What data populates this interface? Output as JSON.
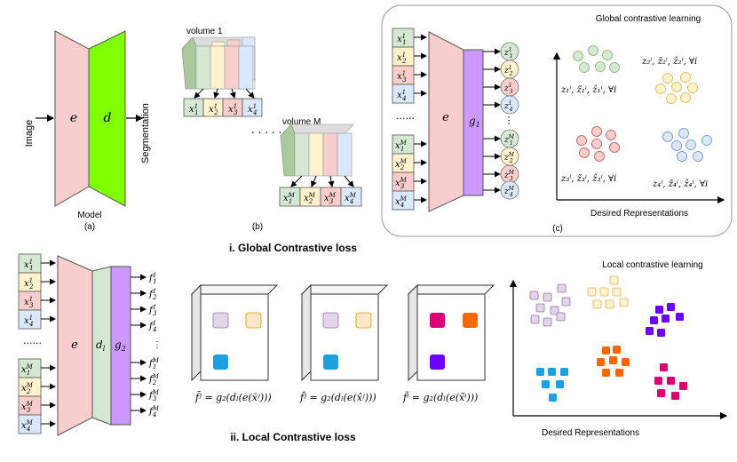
{
  "panel_a": {
    "input_label": "Image",
    "encoder_label": "e",
    "decoder_label": "d",
    "output_label": "Segmentation",
    "model_label": "Model",
    "caption": "(a)"
  },
  "panel_b": {
    "volume_first": "volume 1",
    "volume_last": "volume M",
    "slices_first": [
      "x",
      "x",
      "x",
      "x"
    ],
    "slices_first_sub": [
      "1",
      "2",
      "3",
      "4"
    ],
    "slices_first_sup": "1",
    "slices_last_sup": "M",
    "caption": "(b)"
  },
  "panel_c": {
    "title": "Global contrastive learning",
    "encoder_label": "e",
    "head_label": "g",
    "head_sub": "1",
    "axis_label": "Desired Representations",
    "caption": "(c)",
    "cluster_labels": [
      "z₁ⁱ, z̃₁ⁱ, ẑ₁ⁱ, ∀i",
      "z₂ⁱ, z̃₂ⁱ, ẑ₂ⁱ, ∀i",
      "z₃ⁱ, z̃₃ⁱ, ẑ₃ⁱ, ∀i",
      "z₄ⁱ, z̃₄ⁱ, ẑ₄ⁱ, ∀i"
    ]
  },
  "section_titles": {
    "global": "i. Global Contrastive loss",
    "local": "ii. Local Contrastive loss"
  },
  "panel_local": {
    "encoder_label": "e",
    "decoder_label": "d",
    "decoder_sub": "l",
    "head_label": "g",
    "head_sub": "2",
    "title": "Local contrastive learning",
    "axis_label": "Desired Representations",
    "equations": [
      "f̄ʲ = g₂(dₗ(e(x̄ʲ)))",
      "f̂ʲ = g₂(dₗ(e(x̂ʲ)))",
      "f̃ⁱ = g₂(dₗ(e(x̃ⁱ)))"
    ]
  },
  "colors": {
    "green": "#d5e8d4",
    "yellow": "#fff2cc",
    "red": "#f8cecc",
    "blue": "#dae8fc",
    "encoder": "#f8cecc",
    "decoder_a": "#80ff00",
    "head": "#cc99ff",
    "decoder_l": "#d5e8d4"
  }
}
